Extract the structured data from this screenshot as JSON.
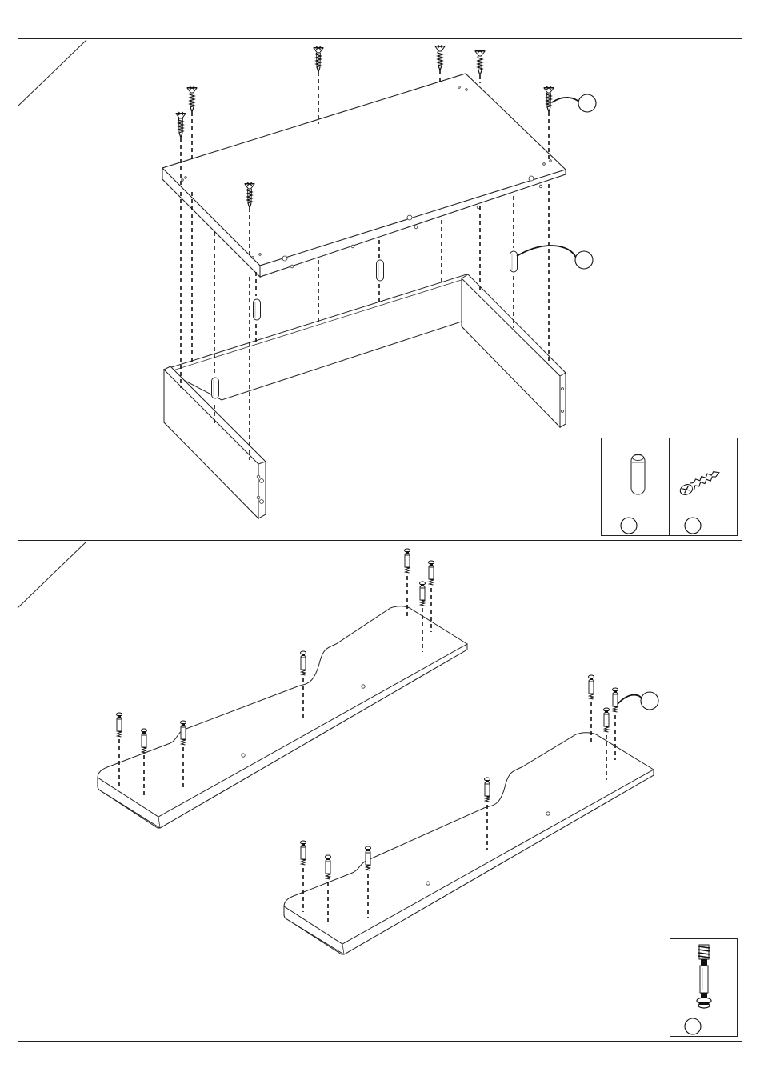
{
  "steps": [
    {
      "name": "step-1-top-and-sides",
      "parts_legend": [
        {
          "part": "wooden-dowel",
          "icon": "dowel-icon",
          "label": ""
        },
        {
          "part": "wood-screw",
          "icon": "screw-icon",
          "label": ""
        }
      ]
    },
    {
      "name": "step-2-cam-bolts-into-panels",
      "parts_legend": [
        {
          "part": "cam-bolt",
          "icon": "cam-bolt-icon",
          "label": ""
        }
      ]
    }
  ],
  "colors": {
    "line": "#222222",
    "background": "#ffffff"
  }
}
